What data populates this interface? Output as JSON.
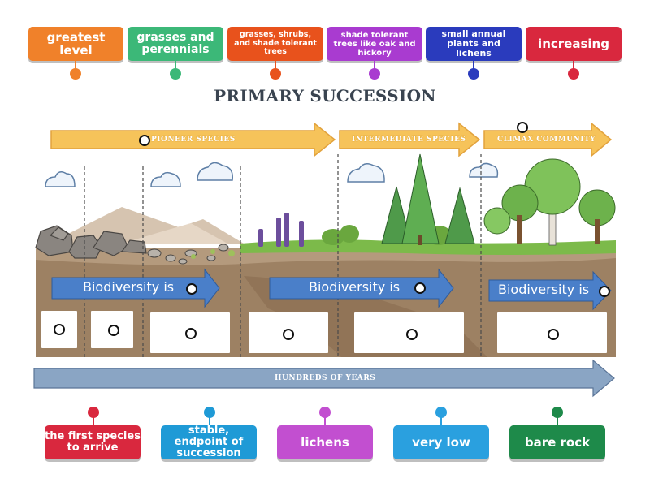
{
  "title": "PRIMARY SUCCESSION",
  "stages": [
    "PIONEER SPECIES",
    "INTERMEDIATE SPECIES",
    "CLIMAX COMMUNITY"
  ],
  "biodiversity_labels": [
    "Biodiversity is",
    "Biodiversity is",
    "Biodiversity is"
  ],
  "timeline_label": "HUNDREDS OF YEARS",
  "top_tiles": [
    {
      "label": "greatest level",
      "color": "#f0812a"
    },
    {
      "label": "grasses and perennials",
      "color": "#3cb878"
    },
    {
      "label": "grasses, shrubs, and shade tolerant trees",
      "color": "#e8521c"
    },
    {
      "label": "shade tolerant trees like oak and hickory",
      "color": "#a93bd0"
    },
    {
      "label": "small annual plants and lichens",
      "color": "#2a3bbd"
    },
    {
      "label": "increasing",
      "color": "#d9283e"
    }
  ],
  "bottom_tiles": [
    {
      "label": "the first species to arrive",
      "color": "#d9283e"
    },
    {
      "label": "stable, endpoint of succession",
      "color": "#1f9ad6"
    },
    {
      "label": "lichens",
      "color": "#c24fd0"
    },
    {
      "label": "very low",
      "color": "#2aa0df"
    },
    {
      "label": "bare rock",
      "color": "#1e8a4a"
    }
  ]
}
